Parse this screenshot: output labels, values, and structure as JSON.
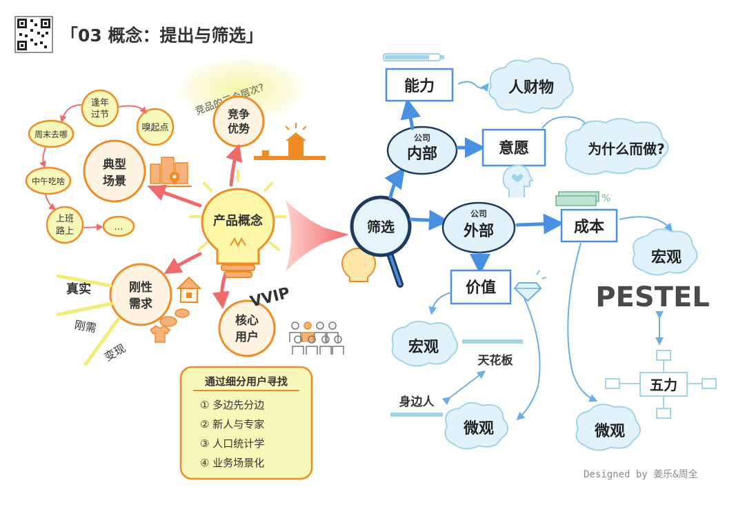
{
  "page": {
    "title": "「03 概念：提出与筛选」",
    "credit": "Designed by 姜乐&周全"
  },
  "left": {
    "center": "产品概念",
    "competition_arc": "竞品的三个层次?",
    "competition": [
      "竞争",
      "优势"
    ],
    "scene": [
      "典型",
      "场景"
    ],
    "scene_items": {
      "festival": [
        "逢年",
        "过节"
      ],
      "hype": "嗅起点",
      "weekend": "周末去哪",
      "lunch": "中午吃啥",
      "commute": [
        "上班",
        "路上"
      ],
      "more": "…"
    },
    "need": [
      "刚性",
      "需求"
    ],
    "need_rays": [
      "真实",
      "刚需",
      "变现"
    ],
    "core": [
      "核心",
      "用户"
    ],
    "vvip": "VVIP",
    "user_box": {
      "title": "通过细分用户寻找",
      "items": [
        "① 多边先分边",
        "② 新人与专家",
        "③ 人口统计学",
        "④ 业务场景化"
      ]
    }
  },
  "right": {
    "filter": "筛选",
    "internal": [
      "公司",
      "内部"
    ],
    "capability": "能力",
    "resources": "人财物",
    "willing": "意愿",
    "why": "为什么而做?",
    "external": [
      "公司",
      "外部"
    ],
    "cost": "成本",
    "value": "价值",
    "macro_value": "宏观",
    "ceiling": "天花板",
    "nearby": "身边人",
    "micro_value": "微观",
    "macro_cost": "宏观",
    "pestel": "PESTEL",
    "five_forces": "五力",
    "micro_cost": "微观"
  },
  "colors": {
    "orange_stroke": "#f08a24",
    "orange_fill": "#fff3e2",
    "blue_stroke": "#4a90e2",
    "blue_fill": "#ffffff",
    "cloud_fill": "#e2f2fb",
    "cloud_stroke": "#9fd3ea",
    "glow": "#f4f6a0",
    "red_arrow": "#ef6b6b",
    "pink_funnel": "#f7a0a0",
    "gray_text": "#4a4a4a",
    "credit": "#8a8a8a"
  },
  "icons": [
    "qr-code-icon",
    "lightbulb-icon",
    "magnifier-icon",
    "building-icon",
    "city-icon",
    "house-icon",
    "tshirt-icon",
    "bread-icon",
    "coins-icon",
    "crowd-icon",
    "battery-icon",
    "head-heart-icon",
    "money-icon",
    "diamond-icon"
  ]
}
